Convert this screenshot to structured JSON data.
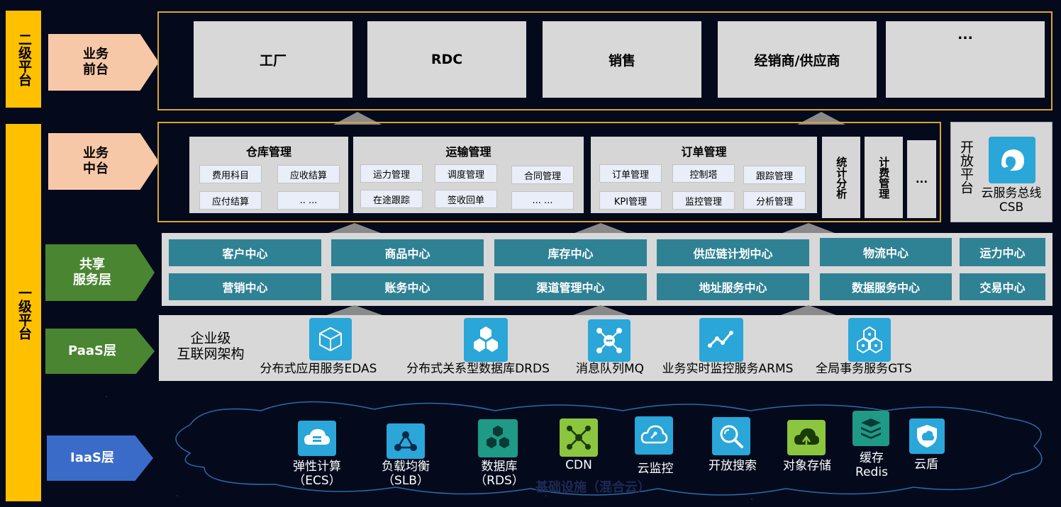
{
  "tier_labels": {
    "second": "二级平台",
    "first": "一级平台"
  },
  "layers": {
    "front": "业务\n前台",
    "middle": "业务\n中台",
    "shared": "共享\n服务层",
    "paas": "PaaS层",
    "iaas": "IaaS层"
  },
  "front_items": [
    "工厂",
    "RDC",
    "销售",
    "经销商/供应商",
    "..."
  ],
  "middle": {
    "warehouse": {
      "title": "仓库管理",
      "items": [
        "费用科目",
        "应收结算",
        "应付结算",
        ".. ..."
      ]
    },
    "transport": {
      "title": "运输管理",
      "items": [
        "运力管理",
        "调度管理",
        "合同管理",
        "在途跟踪",
        "签收回单",
        "... ..."
      ]
    },
    "order": {
      "title": "订单管理",
      "items": [
        "订单管理",
        "控制塔",
        "跟踪管理",
        "KPI管理",
        "监控管理",
        "分析管理"
      ]
    },
    "stats": "统计分析",
    "billing": "计费管理",
    "more": "..."
  },
  "open_platform": {
    "label": "开放平台",
    "service": "云服务总线\nCSB"
  },
  "shared_centers": [
    [
      "客户中心",
      "商品中心",
      "库存中心",
      "供应链计划中心",
      "物流中心",
      "运力中心"
    ],
    [
      "营销中心",
      "账务中心",
      "渠道管理中心",
      "地址服务中心",
      "数据服务中心",
      "交易中心"
    ]
  ],
  "paas": {
    "intro": "企业级\n互联网架构",
    "services": [
      "分布式应用服务EDAS",
      "分布式关系型数据库DRDS",
      "消息队列MQ",
      "业务实时监控服务ARMS",
      "全局事务服务GTS"
    ]
  },
  "iaas": {
    "services": [
      {
        "name": "弹性计算\n（ECS）",
        "color": "#2aa6d8",
        "icon": "cloud-server-icon"
      },
      {
        "name": "负载均衡\n（SLB）",
        "color": "#2aa6d8",
        "icon": "network-nodes-icon"
      },
      {
        "name": "数据库\n（RDS）",
        "color": "#1e9a86",
        "icon": "hexagon-database-icon"
      },
      {
        "name": "CDN",
        "color": "#8cc63f",
        "icon": "cdn-network-icon"
      },
      {
        "name": "云监控",
        "color": "#2aa6d8",
        "icon": "cloud-monitor-icon"
      },
      {
        "name": "开放搜索",
        "color": "#2aa6d8",
        "icon": "search-icon"
      },
      {
        "name": "对象存储",
        "color": "#8cc63f",
        "icon": "object-storage-icon"
      },
      {
        "name": "缓存\nRedis",
        "color": "#1e9a86",
        "icon": "stack-layers-icon"
      },
      {
        "name": "云盾",
        "color": "#2aa6d8",
        "icon": "shield-icon"
      }
    ],
    "footer": "基础设施（混合云）"
  },
  "colors": {
    "bar": "#ffc000",
    "peach": "#f7c8a8",
    "green": "#4a8531",
    "blue": "#3a6bc8",
    "teal": "#2f8194",
    "frame": "#d8a630",
    "icon_blue": "#2aa6d8"
  }
}
